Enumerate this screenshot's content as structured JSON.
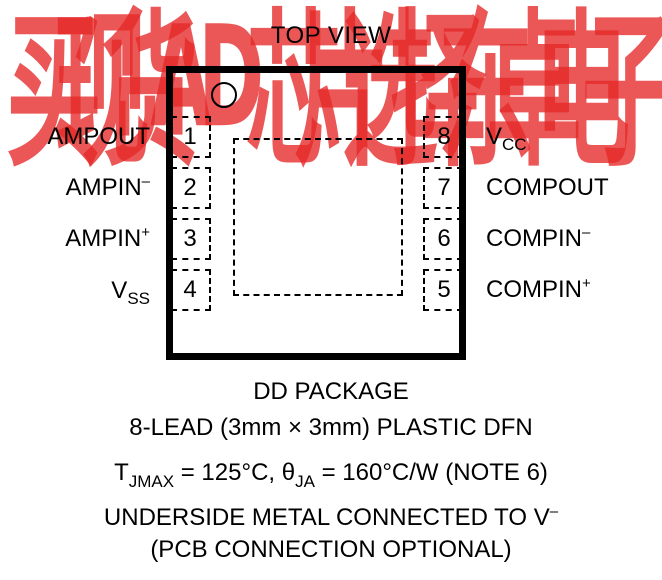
{
  "title": "TOP VIEW",
  "watermark": [
    "买",
    "现",
    "货",
    "A",
    "D",
    "芯",
    "片",
    "选",
    "择",
    "东",
    "卓",
    "电",
    "子"
  ],
  "left_pins": [
    {
      "number": "1",
      "name": "AMPOUT",
      "sub": "",
      "sup": ""
    },
    {
      "number": "2",
      "name": "AMPIN",
      "sub": "",
      "sup": "–"
    },
    {
      "number": "3",
      "name": "AMPIN",
      "sub": "",
      "sup": "+"
    },
    {
      "number": "4",
      "name": "V",
      "sub": "SS",
      "sup": ""
    }
  ],
  "right_pins": [
    {
      "number": "8",
      "name": "V",
      "sub": "CC",
      "sup": ""
    },
    {
      "number": "7",
      "name": "COMPOUT",
      "sub": "",
      "sup": ""
    },
    {
      "number": "6",
      "name": "COMPIN",
      "sub": "",
      "sup": "–"
    },
    {
      "number": "5",
      "name": "COMPIN",
      "sub": "",
      "sup": "+"
    }
  ],
  "footer": {
    "package": "DD PACKAGE",
    "description": "8-LEAD (3mm × 3mm) PLASTIC DFN",
    "thermal_t": "T",
    "thermal_t_sub": "JMAX",
    "thermal_t_value": " = 125°C, θ",
    "thermal_theta_sub": "JA",
    "thermal_theta_value": " = 160°C/W (NOTE 6)",
    "underside": "UNDERSIDE METAL CONNECTED TO V",
    "underside_sup": "–",
    "optional": "(PCB CONNECTION OPTIONAL)"
  }
}
